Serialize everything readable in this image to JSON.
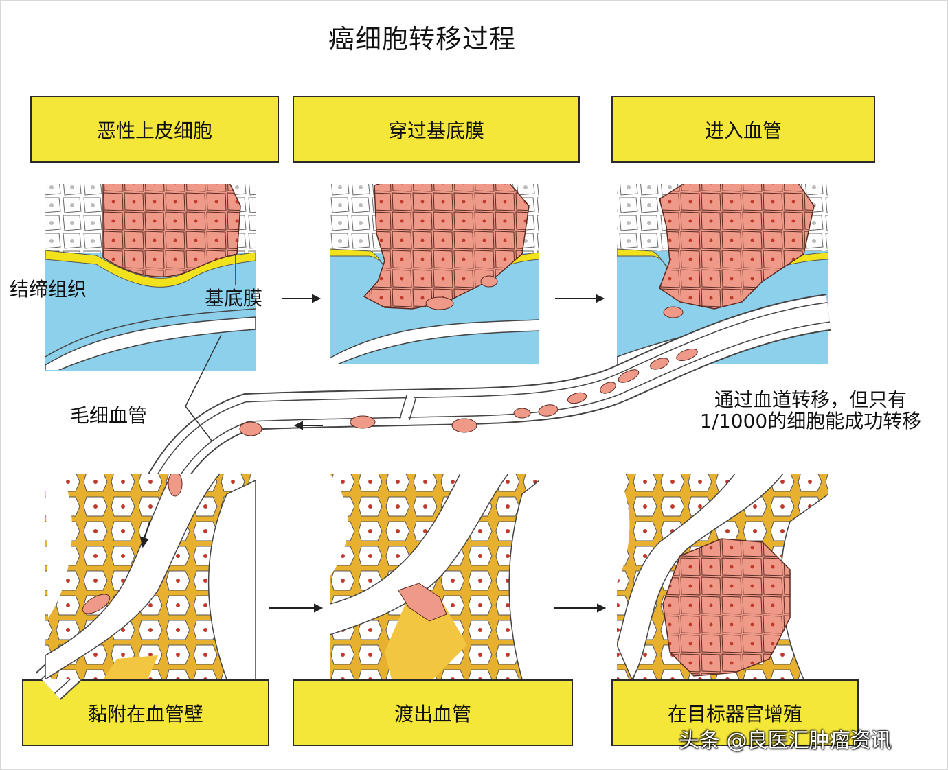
{
  "title": "癌细胞转移过程",
  "stages": [
    {
      "label": "恶性上皮细胞"
    },
    {
      "label": "穿过基底膜"
    },
    {
      "label": "进入血管"
    },
    {
      "label": "黏附在血管壁"
    },
    {
      "label": "渡出血管"
    },
    {
      "label": "在目标器官增殖"
    }
  ],
  "labels": {
    "connective_tissue": "结缔组织",
    "basement_membrane": "基底膜",
    "capillary": "毛细血管"
  },
  "note": "通过血道转移，但只有1/1000的细胞能成功转移",
  "watermark": "头条 @良医汇肿瘤资讯",
  "colors": {
    "box_fill": "#f5e73a",
    "tumor_cell": "#ef9a88",
    "connective": "#8dd0ec",
    "membrane": "#f2e21c",
    "tissue_junction": "#e7b12f"
  }
}
